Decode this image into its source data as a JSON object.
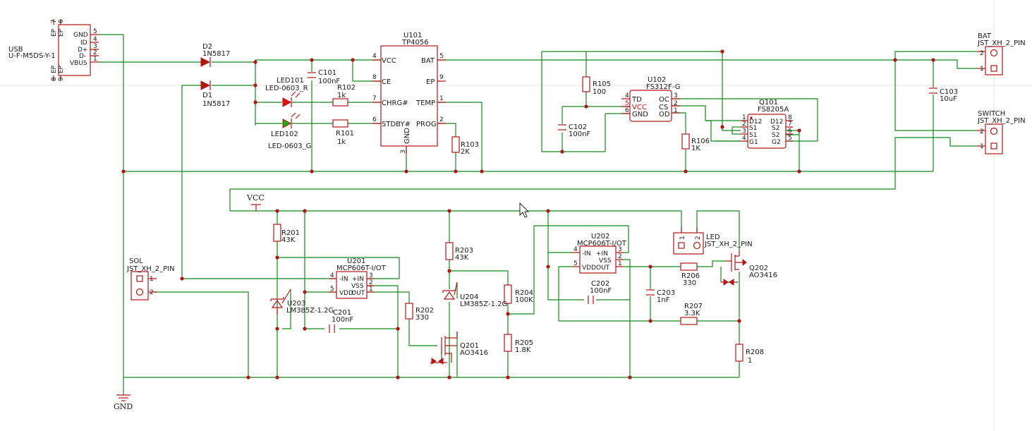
{
  "parts": {
    "usb": {
      "ref": "USB",
      "value": "U-F-M5DS-Y-1",
      "pins": [
        "GND",
        "ID",
        "D+",
        "D-",
        "VBUS"
      ],
      "pin_numbers": [
        "5",
        "4",
        "3",
        "2",
        "1"
      ],
      "ep_top": [
        "EP",
        "EP"
      ],
      "ep_top_numbers": [
        "7",
        "6"
      ],
      "ep_bottom": [
        "EP",
        "EP"
      ],
      "ep_bottom_numbers": [
        "8",
        "9"
      ]
    },
    "d2": {
      "ref": "D2",
      "value": "1N5817"
    },
    "d1": {
      "ref": "D1",
      "value": "1N5817"
    },
    "led101": {
      "ref": "LED101",
      "value": "LED-0603_R"
    },
    "led102": {
      "ref": "LED102",
      "value": "LED-0603_G"
    },
    "c101": {
      "ref": "C101",
      "value": "100nF"
    },
    "r102": {
      "ref": "R102",
      "value": "1k"
    },
    "r101": {
      "ref": "R101",
      "value": "1k"
    },
    "u101": {
      "ref": "U101",
      "value": "TP4056",
      "left_pins": [
        "VCC",
        "CE",
        "CHRG#",
        "STDBY#"
      ],
      "left_numbers": [
        "4",
        "8",
        "7",
        "6"
      ],
      "right_pins": [
        "BAT",
        "EP",
        "TEMP",
        "PROG"
      ],
      "right_numbers": [
        "5",
        "9",
        "1",
        "2"
      ],
      "bottom_pin": "GND",
      "bottom_number": "3"
    },
    "r103": {
      "ref": "R103",
      "value": "2K"
    },
    "r105": {
      "ref": "R105",
      "value": "100"
    },
    "c102": {
      "ref": "C102",
      "value": "100nF"
    },
    "u102": {
      "ref": "U102",
      "value": "FS312F-G",
      "left_pins": [
        "TD",
        "VCC",
        "GND"
      ],
      "left_numbers": [
        "4",
        "5",
        "6"
      ],
      "right_pins": [
        "OC",
        "CS",
        "OD"
      ],
      "right_numbers": [
        "3",
        "2",
        "1"
      ]
    },
    "r106": {
      "ref": "R106",
      "value": "1K"
    },
    "q101": {
      "ref": "Q101",
      "value": "FS8205A",
      "left_pins": [
        "D12",
        "S1",
        "S1",
        "G1"
      ],
      "left_numbers": [
        "1",
        "2",
        "3",
        "4"
      ],
      "right_pins": [
        "D12",
        "S2",
        "S2",
        "G2"
      ],
      "right_numbers": [
        "8",
        "7",
        "6",
        "5"
      ]
    },
    "c103": {
      "ref": "C103",
      "value": "10uF"
    },
    "bat": {
      "ref": "BAT",
      "value": "JST_XH_2_PIN",
      "pins": [
        "2",
        "1"
      ]
    },
    "switch": {
      "ref": "SWITCH",
      "value": "JST_XH_2_PIN",
      "pins": [
        "2",
        "1"
      ]
    },
    "sol": {
      "ref": "SOL",
      "value": "JST_XH_2_PIN",
      "pins": [
        "1",
        "2"
      ]
    },
    "r201": {
      "ref": "R201",
      "value": "43K"
    },
    "u201": {
      "ref": "U201",
      "value": "MCP606T-I/OT",
      "pins": [
        "-IN",
        "+IN",
        "VSS",
        "VDD",
        "OUT"
      ],
      "numbers": [
        "4",
        "3",
        "2",
        "5",
        "1"
      ]
    },
    "u203": {
      "ref": "U203",
      "value": "LM385Z-1.2G"
    },
    "c201": {
      "ref": "C201",
      "value": "100nF"
    },
    "r202": {
      "ref": "R202",
      "value": "330"
    },
    "r203": {
      "ref": "R203",
      "value": "43K"
    },
    "u204": {
      "ref": "U204",
      "value": "LM385Z-1.2G"
    },
    "q201": {
      "ref": "Q201",
      "value": "AO3416"
    },
    "r204": {
      "ref": "R204",
      "value": "100K"
    },
    "r205": {
      "ref": "R205",
      "value": "1.8K"
    },
    "u202": {
      "ref": "U202",
      "value": "MCP606T-I/OT",
      "pins": [
        "-IN",
        "+IN",
        "VSS",
        "VDD",
        "OUT"
      ],
      "numbers": [
        "4",
        "3",
        "2",
        "5",
        "1"
      ]
    },
    "c202": {
      "ref": "C202",
      "value": "100nF"
    },
    "c203": {
      "ref": "C203",
      "value": "1nF"
    },
    "r206": {
      "ref": "R206",
      "value": "330"
    },
    "r207": {
      "ref": "R207",
      "value": "3.3K"
    },
    "r208": {
      "ref": "R208",
      "value": "1"
    },
    "led_conn": {
      "ref": "LED",
      "value": "JST_XH_2_PIN",
      "pins": [
        "1",
        "2"
      ]
    },
    "q202": {
      "ref": "Q202",
      "value": "AO3416"
    }
  },
  "nets": {
    "vcc": "VCC",
    "gnd": "GND"
  },
  "colors": {
    "wire": "#15881a",
    "part": "#b31515",
    "text": "#1a1a1a",
    "led_red": "#e01010",
    "led_green": "#10b010",
    "background": "#ffffff"
  }
}
